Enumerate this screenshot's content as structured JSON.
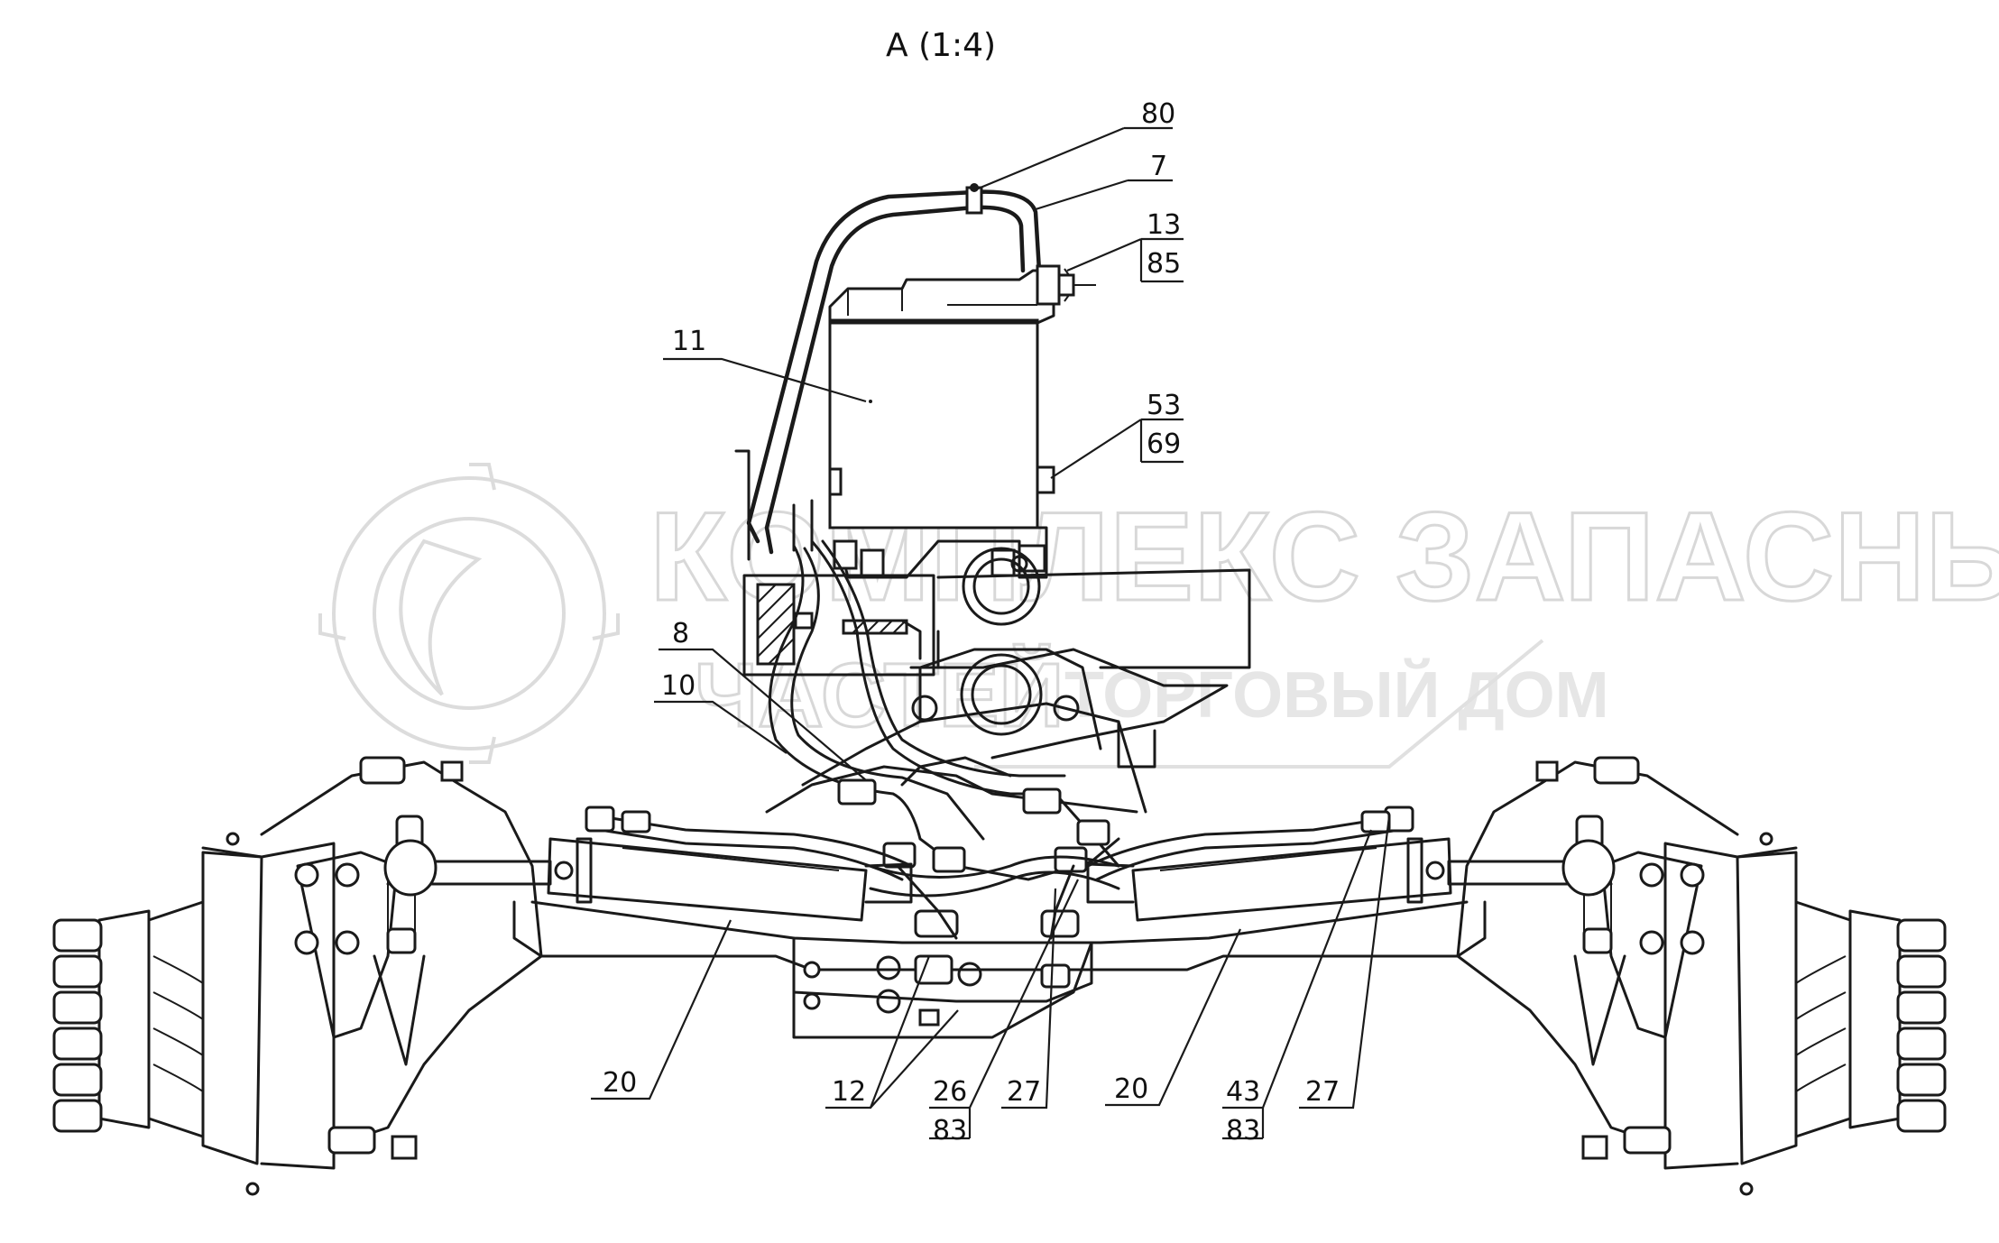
{
  "view_title": "A (1:4)",
  "watermark": {
    "line1": "КОМПЛЕКС ЗАПАСНЫХ",
    "line2": "ЧАСТЕЙ",
    "line3": "ТОРГОВЫЙ ДОМ"
  },
  "callouts": [
    {
      "id": "80",
      "text": "80"
    },
    {
      "id": "7",
      "text": "7"
    },
    {
      "id": "13",
      "text": "13"
    },
    {
      "id": "85",
      "text": "85"
    },
    {
      "id": "11",
      "text": "11"
    },
    {
      "id": "53",
      "text": "53"
    },
    {
      "id": "69",
      "text": "69"
    },
    {
      "id": "8",
      "text": "8"
    },
    {
      "id": "10",
      "text": "10"
    },
    {
      "id": "20a",
      "text": "20"
    },
    {
      "id": "12",
      "text": "12"
    },
    {
      "id": "26",
      "text": "26"
    },
    {
      "id": "83a",
      "text": "83"
    },
    {
      "id": "27a",
      "text": "27"
    },
    {
      "id": "20b",
      "text": "20"
    },
    {
      "id": "43",
      "text": "43"
    },
    {
      "id": "83b",
      "text": "83"
    },
    {
      "id": "27b",
      "text": "27"
    }
  ]
}
